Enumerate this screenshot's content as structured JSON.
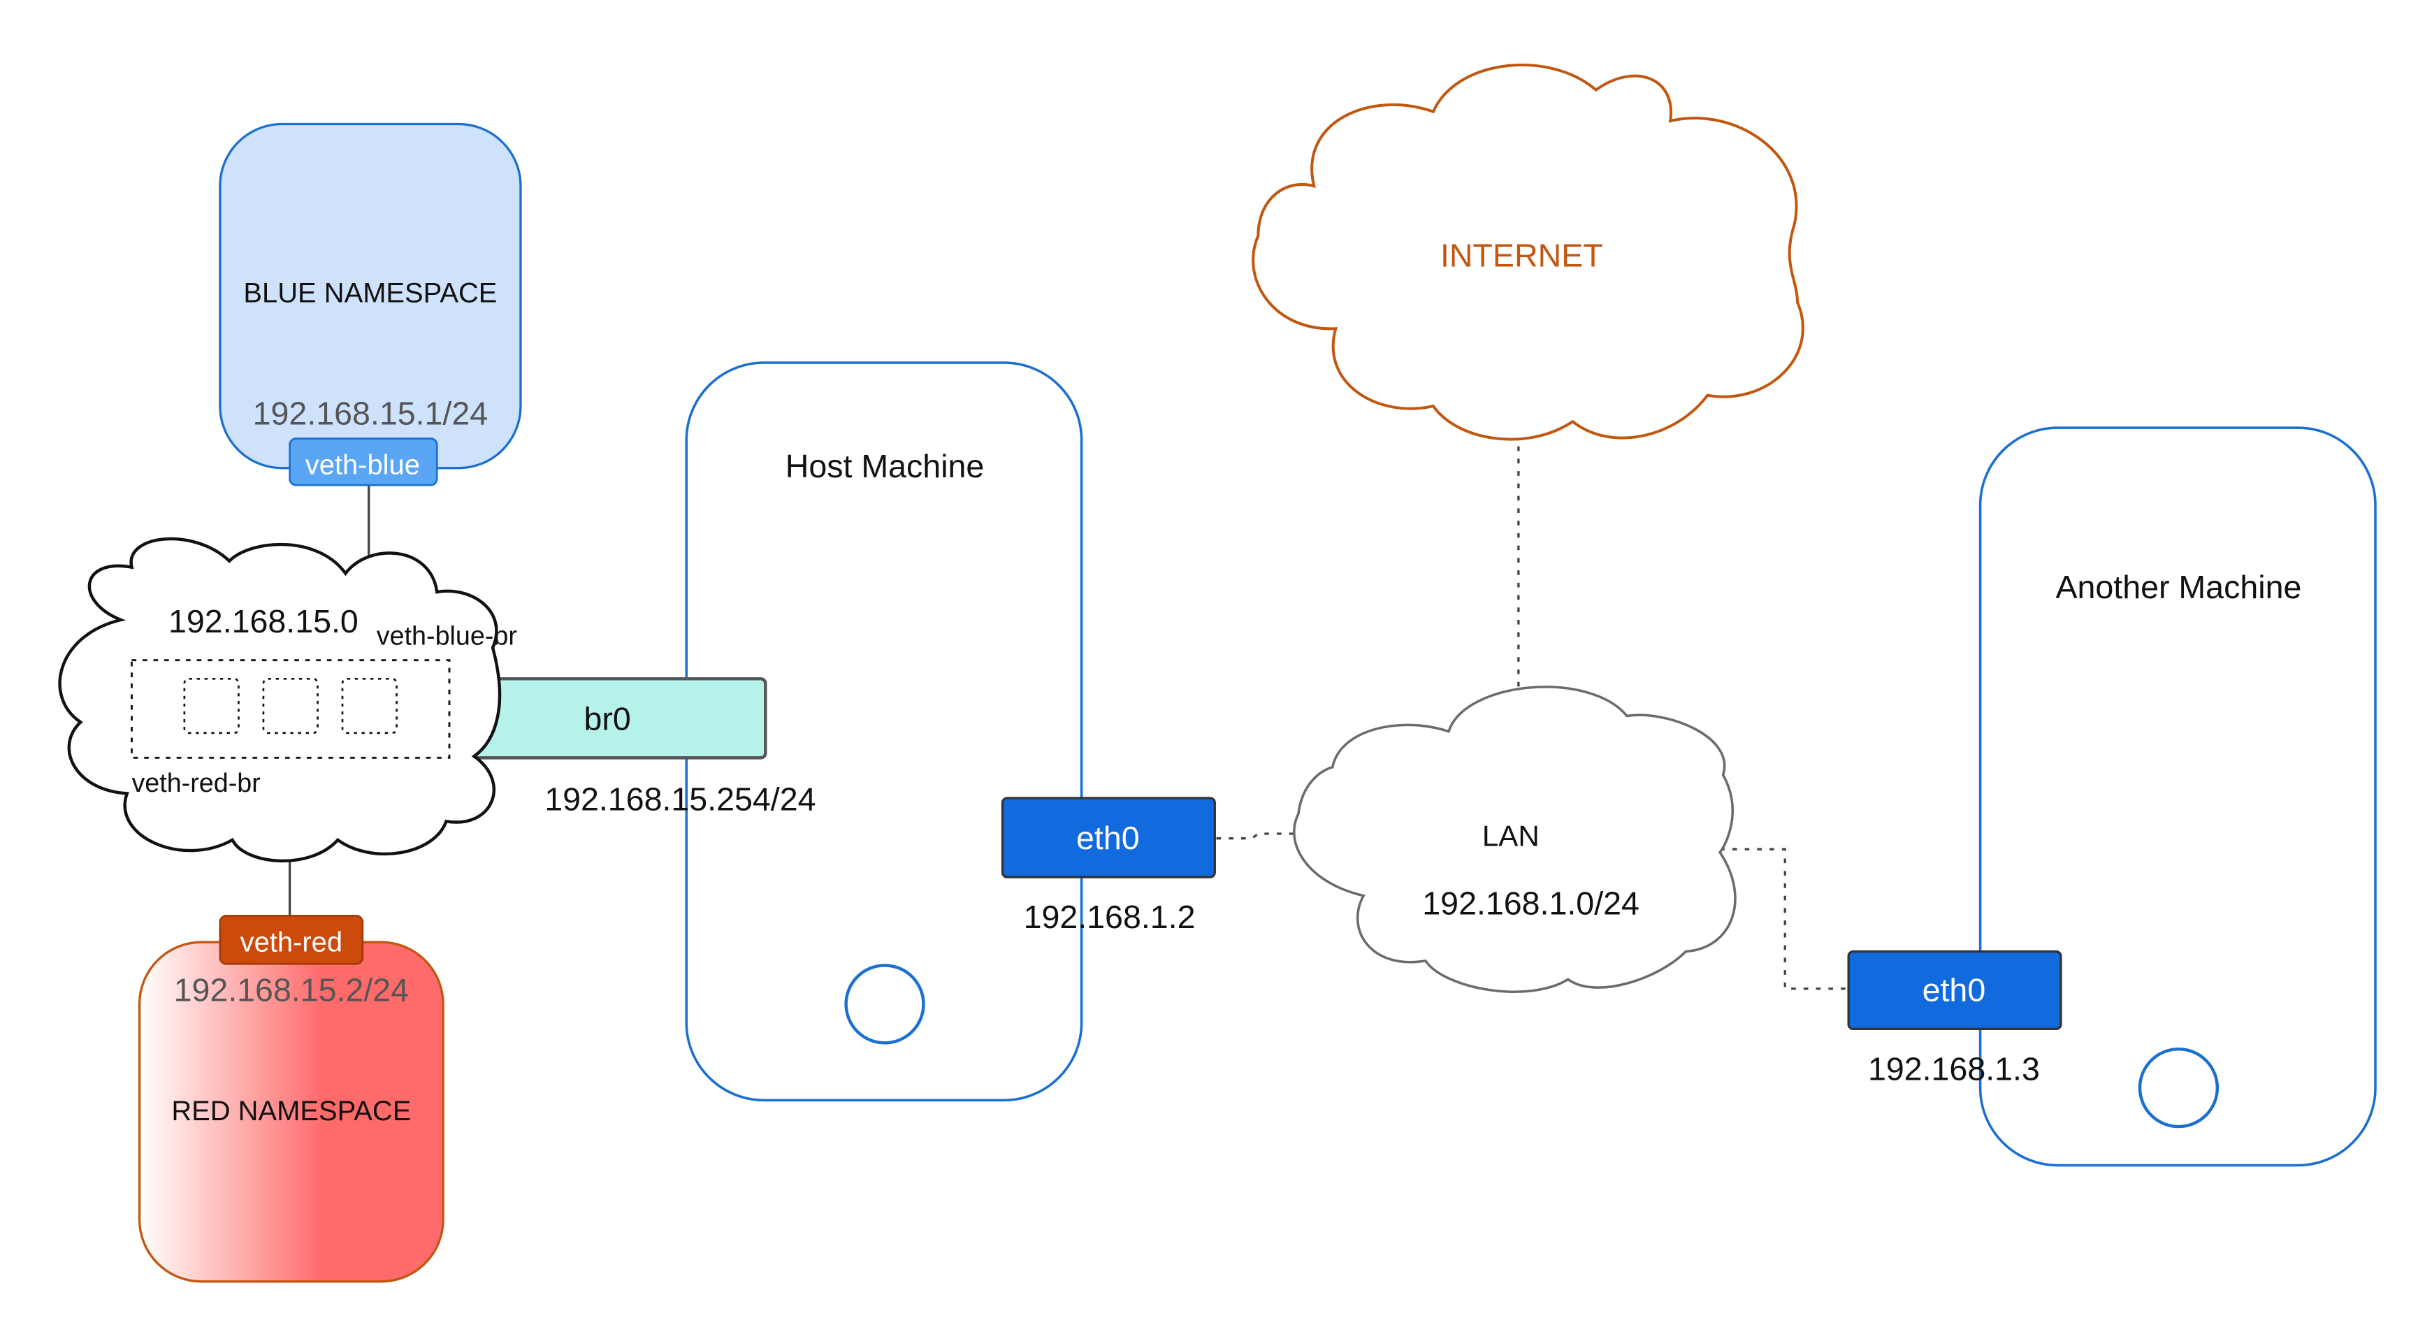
{
  "blue_namespace": {
    "title": "BLUE NAMESPACE",
    "ip": "192.168.15.1/24",
    "veth": "veth-blue"
  },
  "red_namespace": {
    "title": "RED NAMESPACE",
    "ip": "192.168.15.2/24",
    "veth": "veth-red"
  },
  "bridge_cloud": {
    "subnet": "192.168.15.0",
    "veth_blue_br": "veth-blue-br",
    "veth_red_br": "veth-red-br"
  },
  "bridge": {
    "label": "br0",
    "ip": "192.168.15.254/24"
  },
  "host_machine": {
    "title": "Host Machine",
    "iface": "eth0",
    "ip": "192.168.1.2"
  },
  "internet": {
    "label": "INTERNET"
  },
  "lan": {
    "label": "LAN",
    "subnet": "192.168.1.0/24"
  },
  "another_machine": {
    "title": "Another Machine",
    "iface": "eth0",
    "ip": "192.168.1.3"
  },
  "colors": {
    "machine_border": "#1a6fd1",
    "blue_fill": "#cfe2fb",
    "veth_blue_fill": "#5aa6f5",
    "red_fill": "#ff6b6b",
    "veth_red_fill": "#cc4a0c",
    "bridge_fill": "#b5f2e9",
    "eth_fill": "#116bde",
    "internet_stroke": "#c2570f",
    "lan_stroke": "#6b6b6b"
  }
}
